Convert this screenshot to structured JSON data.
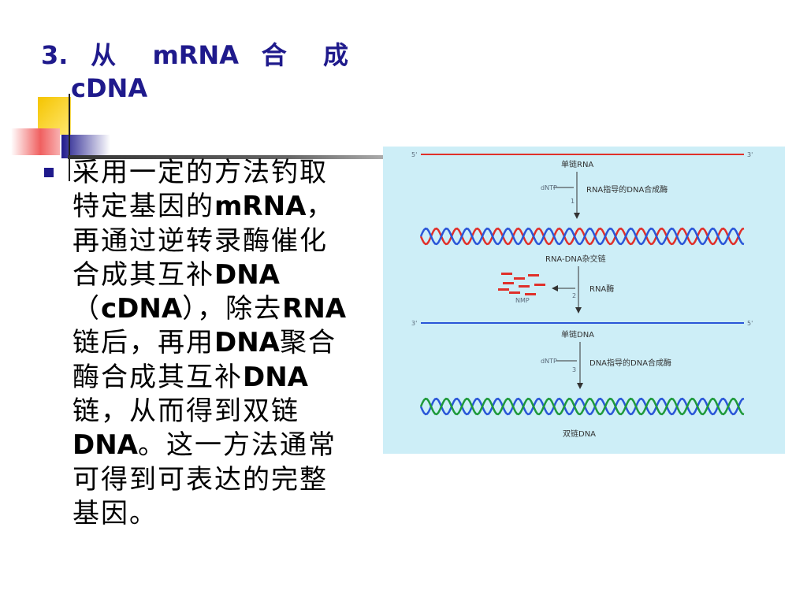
{
  "slide": {
    "title_line1": "3. 从 mRNA 合 成",
    "title_line2": "cDNA",
    "body": {
      "p1": "采用一定的方法钓取特定基因的",
      "p2": "mRNA",
      "p3": "，再通过逆转录酶催化合成其互补",
      "p4": "DNA",
      "p5": "（",
      "p6": "cDNA",
      "p7": "），除去",
      "p8": "RNA",
      "p9": "链后，再用",
      "p10": "DNA",
      "p11": "聚合酶合成其互补",
      "p12": "DNA",
      "p13": "链，从而得到双链",
      "p14": "DNA",
      "p15": "。这一方法通常可得到可表达的完整基因。"
    }
  },
  "figure": {
    "background": "#cdeef7",
    "label_single_rna": "单链RNA",
    "label_dntp_1": "dNTP",
    "label_enzyme_1": "RNA指导的DNA合成酶",
    "step_1": "1",
    "label_hybrid": "RNA-DNA杂交链",
    "label_nmp": "NMP",
    "label_rnase": "RNA酶",
    "step_2": "2",
    "label_single_dna": "单链DNA",
    "label_dntp_3": "dNTP",
    "label_enzyme_3": "DNA指导的DNA合成酶",
    "step_3": "3",
    "label_double_dna": "双链DNA",
    "end_5": "5'",
    "end_3": "3'",
    "colors": {
      "rna": "#e0302a",
      "dna": "#2a56d8",
      "new_dna": "#1e9a3a"
    }
  }
}
